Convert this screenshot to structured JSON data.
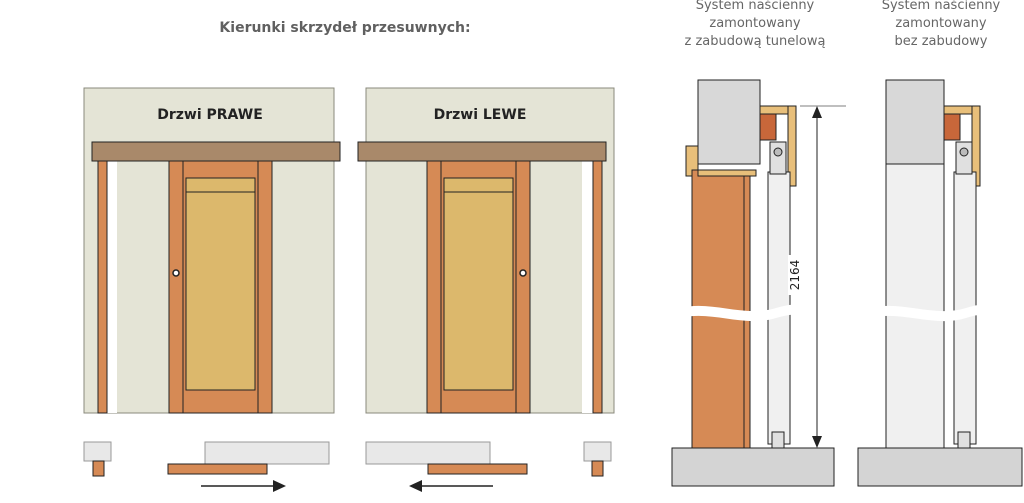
{
  "title": "Kierunki skrzydeł przesuwnych:",
  "doors": {
    "right_label": "Drzwi PRAWE",
    "left_label": "Drzwi LEWE"
  },
  "systems": {
    "tunnel": {
      "line1": "System naścienny",
      "line2": "zamontowany",
      "line3": "z zabudową tunelową"
    },
    "plain": {
      "line1": "System naścienny",
      "line2": "zamontowany",
      "line3": "bez zabudowy"
    }
  },
  "dimension": "2164",
  "colors": {
    "wall": "#e4e4d6",
    "wall_edge": "#8a8a7c",
    "rail": "#a9896a",
    "door_frame": "#d68a55",
    "door_panel": "#dcb86c",
    "outline": "#222222",
    "floor": "#d4d4d4",
    "gray_block": "#d8d8d8",
    "panel_white": "#f0f0f0",
    "bracket": "#e8bf7a",
    "block_orange": "#c8673a"
  },
  "icons": [
    "arrow-right-icon",
    "arrow-left-icon",
    "door-knob-icon",
    "dimension-arrow-icon"
  ]
}
